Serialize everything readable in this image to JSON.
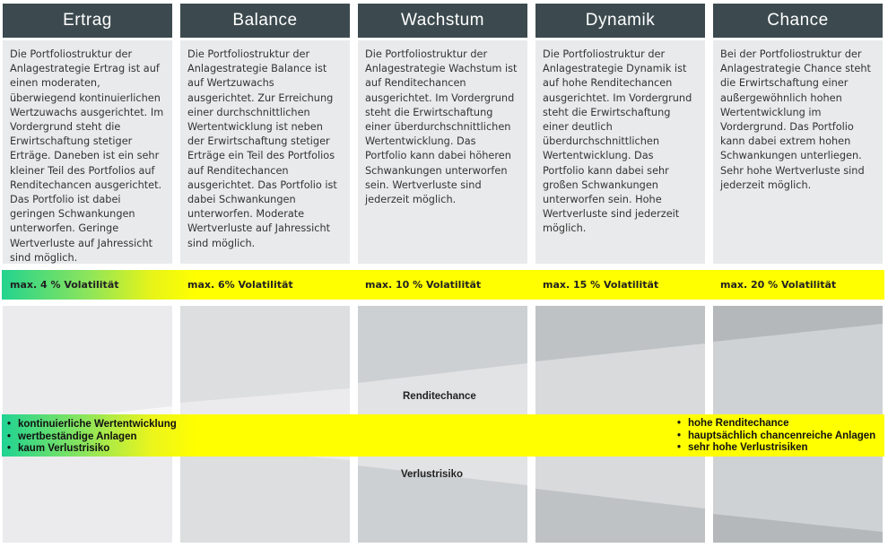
{
  "columns": [
    {
      "title": "Ertrag",
      "description": "Die Portfoliostruktur der Anlagestrategie Ertrag ist auf einen moderaten, überwiegend kontinuierlichen Wertzuwachs ausgerichtet. Im Vordergrund steht die Erwirtschaftung stetiger Erträge. Daneben ist ein sehr kleiner Teil des Portfolios auf Renditechancen ausgerichtet. Das Portfolio ist dabei geringen Schwankungen unterworfen. Geringe Wertverluste auf Jahressicht sind möglich.",
      "volatility": "max. 4 % Volatilität"
    },
    {
      "title": "Balance",
      "description": "Die Portfoliostruktur der Anlagestrategie Balance ist auf Wertzuwachs ausgerichtet. Zur Erreichung einer durchschnittlichen Wertentwicklung ist neben der Erwirtschaftung stetiger Erträge ein Teil des Portfolios auf Renditechancen ausgerichtet. Das Portfolio ist dabei Schwankungen unterworfen. Moderate Wertverluste auf Jahressicht sind möglich.",
      "volatility": "max. 6% Volatilität"
    },
    {
      "title": "Wachstum",
      "description": "Die Portfoliostruktur der Anlagestrategie Wachstum ist auf Renditechancen ausgerichtet. Im Vordergrund steht die Erwirtschaftung einer überdurchschnittlichen Wertentwicklung. Das Portfolio kann dabei höheren Schwankungen unterworfen sein. Wertverluste sind jederzeit möglich.",
      "volatility": "max. 10 % Volatilität"
    },
    {
      "title": "Dynamik",
      "description": "Die Portfoliostruktur der Anlagestrategie Dynamik ist auf hohe Renditechancen ausgerichtet. Im Vordergrund steht die Erwirtschaftung einer deutlich überdurchschnittlichen Wertentwicklung. Das Portfolio kann dabei sehr großen Schwankungen unterworfen sein. Hohe Wertverluste sind jederzeit möglich.",
      "volatility": "max. 15 % Volatilität"
    },
    {
      "title": "Chance",
      "description": "Bei der Portfoliostruktur der Anlagestrategie Chance steht die Erwirtschaftung einer außergewöhnlich hohen Wertentwicklung im Vordergrund. Das Portfolio kann dabei extrem hohen Schwankungen unterliegen. Sehr hohe Wertverluste sind jederzeit möglich.",
      "volatility": "max. 20 % Volatilität"
    }
  ],
  "risk_chart": {
    "upper_label": "Renditechance",
    "lower_label": "Verlustrisiko",
    "left_bullets": [
      "kontinuierliche Wertentwicklung",
      "wertbeständige Anlagen",
      "kaum Verlustrisiko"
    ],
    "right_bullets": [
      "hohe Renditechance",
      "hauptsächlich chancenreiche Anlagen",
      "sehr hohe Verlustrisiken"
    ]
  },
  "colors": {
    "header_bg": "#3c4a4f",
    "description_bg": "#e9eaeb",
    "band_green": "#22d38e",
    "band_yellow": "#ffff00"
  }
}
